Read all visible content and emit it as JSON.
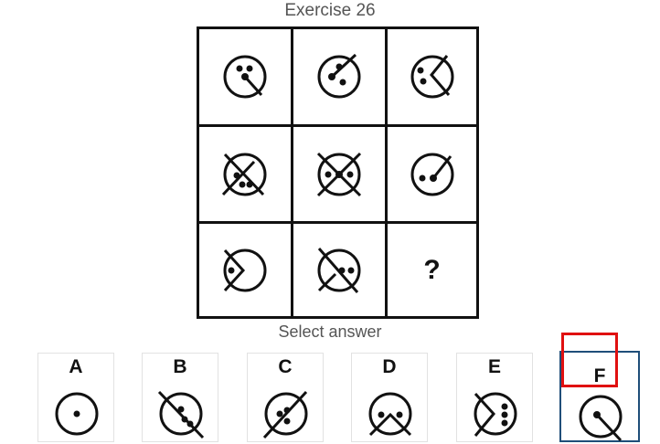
{
  "title": "Exercise 26",
  "question_mark": "?",
  "select_label": "Select answer",
  "options": [
    {
      "letter": "A"
    },
    {
      "letter": "B"
    },
    {
      "letter": "C"
    },
    {
      "letter": "D"
    },
    {
      "letter": "E"
    },
    {
      "letter": "F",
      "selected": true
    }
  ],
  "colors": {
    "stroke": "#111111",
    "selection_border": "#1f4e79",
    "highlight": "#e01010"
  }
}
